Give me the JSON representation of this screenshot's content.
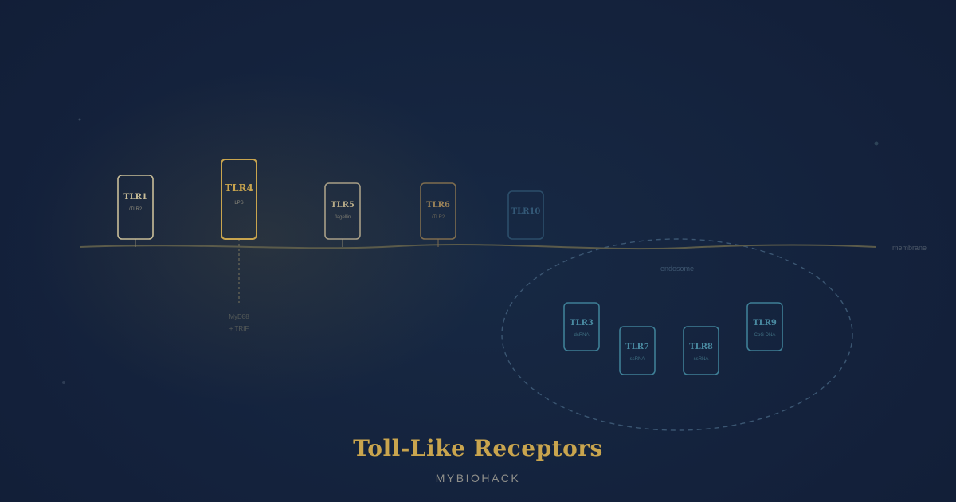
{
  "title": "Toll-Like Receptors",
  "brand": "MYBIOHACK",
  "labels": {
    "membrane": "membrane",
    "endosome": "endosome",
    "signal_line1": "MyD88",
    "signal_line2": "+ TRIF"
  },
  "surface_receptors": [
    {
      "name": "TLR1",
      "ligand": "/TLR2"
    },
    {
      "name": "TLR4",
      "ligand": "LPS"
    },
    {
      "name": "TLR5",
      "ligand": "flagellin"
    },
    {
      "name": "TLR6",
      "ligand": "/TLR2"
    },
    {
      "name": "TLR10",
      "ligand": ""
    }
  ],
  "endosomal_receptors": [
    {
      "name": "TLR3",
      "ligand": "dsRNA"
    },
    {
      "name": "TLR7",
      "ligand": "ssRNA"
    },
    {
      "name": "TLR8",
      "ligand": "ssRNA"
    },
    {
      "name": "TLR9",
      "ligand": "CpG DNA"
    }
  ],
  "colors": {
    "gold": "#c9a54e",
    "cream": "#c8bd98",
    "teal": "#3e7f96",
    "background": "#14223a"
  }
}
